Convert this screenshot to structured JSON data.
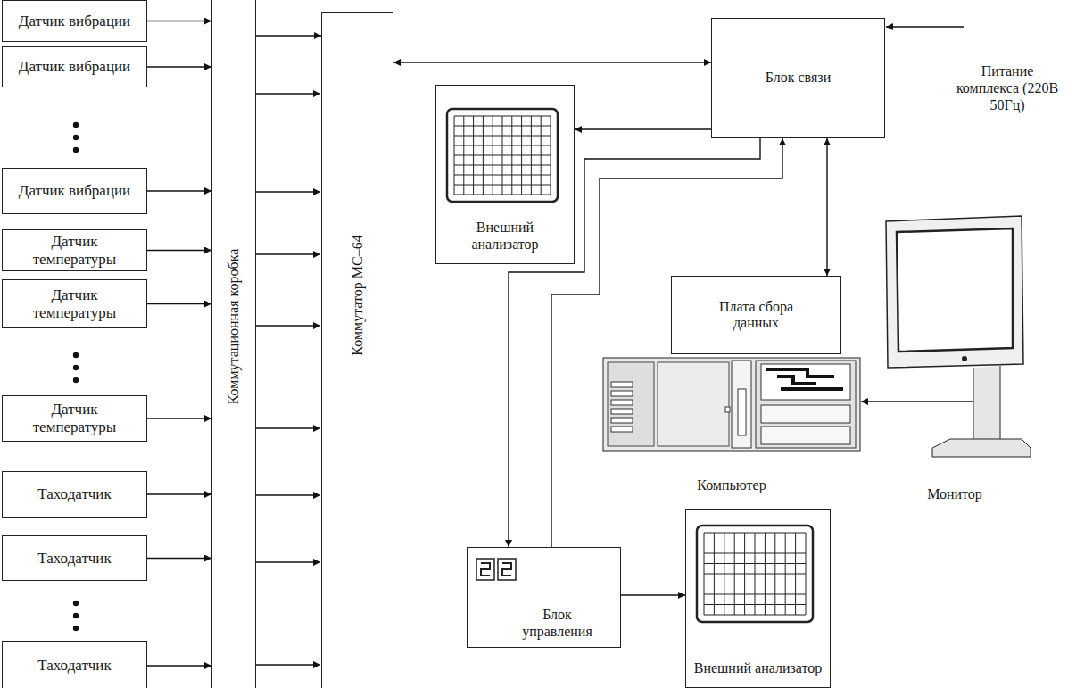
{
  "diagram": {
    "nodes": [
      {
        "text": [
          "Датчик вибрации"
        ]
      },
      {
        "text": [
          "Датчик вибрации"
        ]
      },
      {
        "text": [
          "Датчик вибрации"
        ]
      },
      {
        "text": [
          "Датчик температуры"
        ]
      },
      {
        "text": [
          "Датчик температуры"
        ]
      },
      {
        "text": [
          "Датчик температуры"
        ]
      },
      {
        "text": [
          "Таходатчик"
        ]
      },
      {
        "text": [
          "Таходатчик"
        ]
      },
      {
        "text": [
          "Таходатчик"
        ]
      },
      {
        "text": [
          "Коммутационная коробка"
        ]
      },
      {
        "text": [
          "Коммутатор МС–64"
        ]
      },
      {
        "text": [
          "Блок связи"
        ]
      },
      {
        "text": [
          "Внешний анализатор"
        ]
      },
      {
        "text": [
          "Плата сбора данных"
        ]
      },
      {
        "text": [
          "Компьютер"
        ]
      },
      {
        "text": [
          "Монитор"
        ]
      },
      {
        "text": [
          "Блок управления"
        ]
      },
      {
        "text": [
          "Внешний анализатор"
        ]
      }
    ],
    "edges": [
      {
        "from": 0,
        "to": 9,
        "arrow": "to"
      },
      {
        "from": 1,
        "to": 9,
        "arrow": "to"
      },
      {
        "from": 2,
        "to": 9,
        "arrow": "to"
      },
      {
        "from": 3,
        "to": 9,
        "arrow": "to"
      },
      {
        "from": 4,
        "to": 9,
        "arrow": "to"
      },
      {
        "from": 5,
        "to": 9,
        "arrow": "to"
      },
      {
        "from": 6,
        "to": 9,
        "arrow": "to"
      },
      {
        "from": 7,
        "to": 9,
        "arrow": "to"
      },
      {
        "from": 8,
        "to": 9,
        "arrow": "to"
      },
      {
        "from": 9,
        "to": 10,
        "arrow": "to"
      },
      {
        "from": 10,
        "to": 11,
        "arrow": "both"
      },
      {
        "from": 11,
        "to": 12,
        "arrow": "to"
      },
      {
        "from": 11,
        "to": 16,
        "arrow": "to"
      },
      {
        "from": 16,
        "to": 11,
        "arrow": "to"
      },
      {
        "from": 11,
        "to": 13,
        "arrow": "both"
      },
      {
        "from": 14,
        "to": 15,
        "arrow": "both"
      },
      {
        "from": 16,
        "to": 17,
        "arrow": "to"
      }
    ],
    "labels": [
      "Питание комплекса (220В 50Гц)"
    ]
  }
}
